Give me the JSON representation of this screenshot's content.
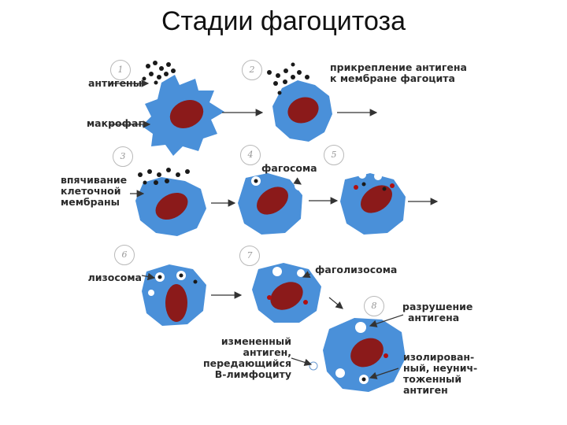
{
  "title": "Стадии фагоцитоза",
  "stages": [
    "1",
    "2",
    "3",
    "4",
    "5",
    "6",
    "7",
    "8"
  ],
  "labels": {
    "antigens": "антигены",
    "attach_1": "прикрепление антигена",
    "attach_2": "к мембране фагоцита",
    "macrophage": "макрофаг",
    "invag_1": "впячивание",
    "invag_2": "клеточной",
    "invag_3": "мембраны",
    "phagosome": "фагосома",
    "lysosome": "лизосома",
    "phagolysosome": "фаголизосома",
    "destr_1": "разрушение",
    "destr_2": "антигена",
    "changed_1": "измененный",
    "changed_2": "антиген,",
    "changed_3": "передающийся",
    "changed_4": "В-лимфоциту",
    "isolated_1": "изолирован-",
    "isolated_2": "ный, неунич-",
    "isolated_3": "тоженный",
    "isolated_4": "антиген"
  },
  "colors": {
    "cell": "#4a90d9",
    "nucleus": "#8b1a1a",
    "antigen": "#1a1a1a",
    "arrow": "#333333"
  }
}
